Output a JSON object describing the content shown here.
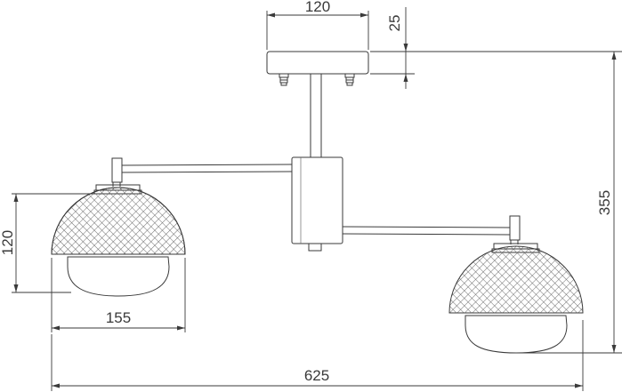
{
  "dimensions": {
    "canopy_width": "120",
    "canopy_height": "25",
    "total_height": "355",
    "shade_height": "120",
    "shade_diameter": "155",
    "total_width": "625"
  },
  "colors": {
    "line": "#3a3a3a",
    "mesh": "#5a5a5a",
    "background": "#ffffff"
  }
}
